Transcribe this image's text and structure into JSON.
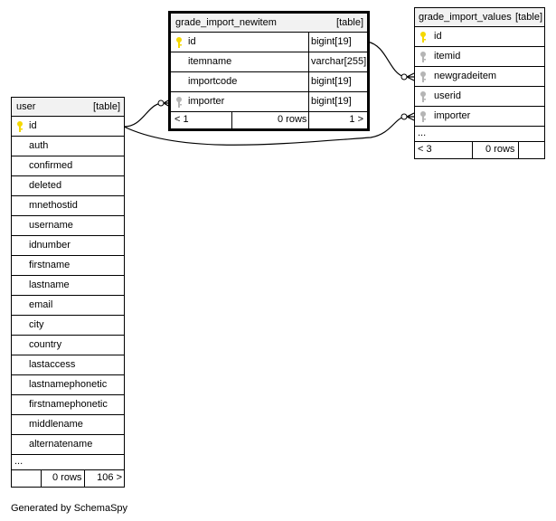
{
  "tables": {
    "newitem": {
      "name": "grade_import_newitem",
      "tag": "[table]",
      "columns": [
        {
          "name": "id",
          "type": "bigint[19]",
          "key": "primary"
        },
        {
          "name": "itemname",
          "type": "varchar[255]",
          "key": "none"
        },
        {
          "name": "importcode",
          "type": "bigint[19]",
          "key": "none"
        },
        {
          "name": "importer",
          "type": "bigint[19]",
          "key": "foreign"
        }
      ],
      "footer": {
        "parents": "< 1",
        "rows": "0 rows",
        "children": "1 >"
      }
    },
    "values": {
      "name": "grade_import_values",
      "tag": "[table]",
      "columns": [
        {
          "name": "id",
          "key": "primary"
        },
        {
          "name": "itemid",
          "key": "foreign"
        },
        {
          "name": "newgradeitem",
          "key": "foreign"
        },
        {
          "name": "userid",
          "key": "foreign"
        },
        {
          "name": "importer",
          "key": "foreign"
        }
      ],
      "ellipsis": "...",
      "footer": {
        "parents": "< 3",
        "rows": "0 rows"
      }
    },
    "user": {
      "name": "user",
      "tag": "[table]",
      "columns": [
        {
          "name": "id",
          "key": "primary"
        },
        {
          "name": "auth",
          "key": "none"
        },
        {
          "name": "confirmed",
          "key": "none"
        },
        {
          "name": "deleted",
          "key": "none"
        },
        {
          "name": "mnethostid",
          "key": "none"
        },
        {
          "name": "username",
          "key": "none"
        },
        {
          "name": "idnumber",
          "key": "none"
        },
        {
          "name": "firstname",
          "key": "none"
        },
        {
          "name": "lastname",
          "key": "none"
        },
        {
          "name": "email",
          "key": "none"
        },
        {
          "name": "city",
          "key": "none"
        },
        {
          "name": "country",
          "key": "none"
        },
        {
          "name": "lastaccess",
          "key": "none"
        },
        {
          "name": "lastnamephonetic",
          "key": "none"
        },
        {
          "name": "firstnamephonetic",
          "key": "none"
        },
        {
          "name": "middlename",
          "key": "none"
        },
        {
          "name": "alternatename",
          "key": "none"
        }
      ],
      "ellipsis": "...",
      "footer": {
        "rows": "0 rows",
        "children": "106 >"
      }
    }
  },
  "relations": [
    {
      "from": "user.id",
      "to": "grade_import_newitem.importer"
    },
    {
      "from": "user.id",
      "to": "grade_import_values.importer"
    },
    {
      "from": "grade_import_newitem.id",
      "to": "grade_import_values.newgradeitem"
    }
  ],
  "colors": {
    "primary_key": "#f5d800",
    "foreign_key": "#b5b5b5",
    "header_bg": "#f2f2f2"
  },
  "credit": "Generated by SchemaSpy"
}
